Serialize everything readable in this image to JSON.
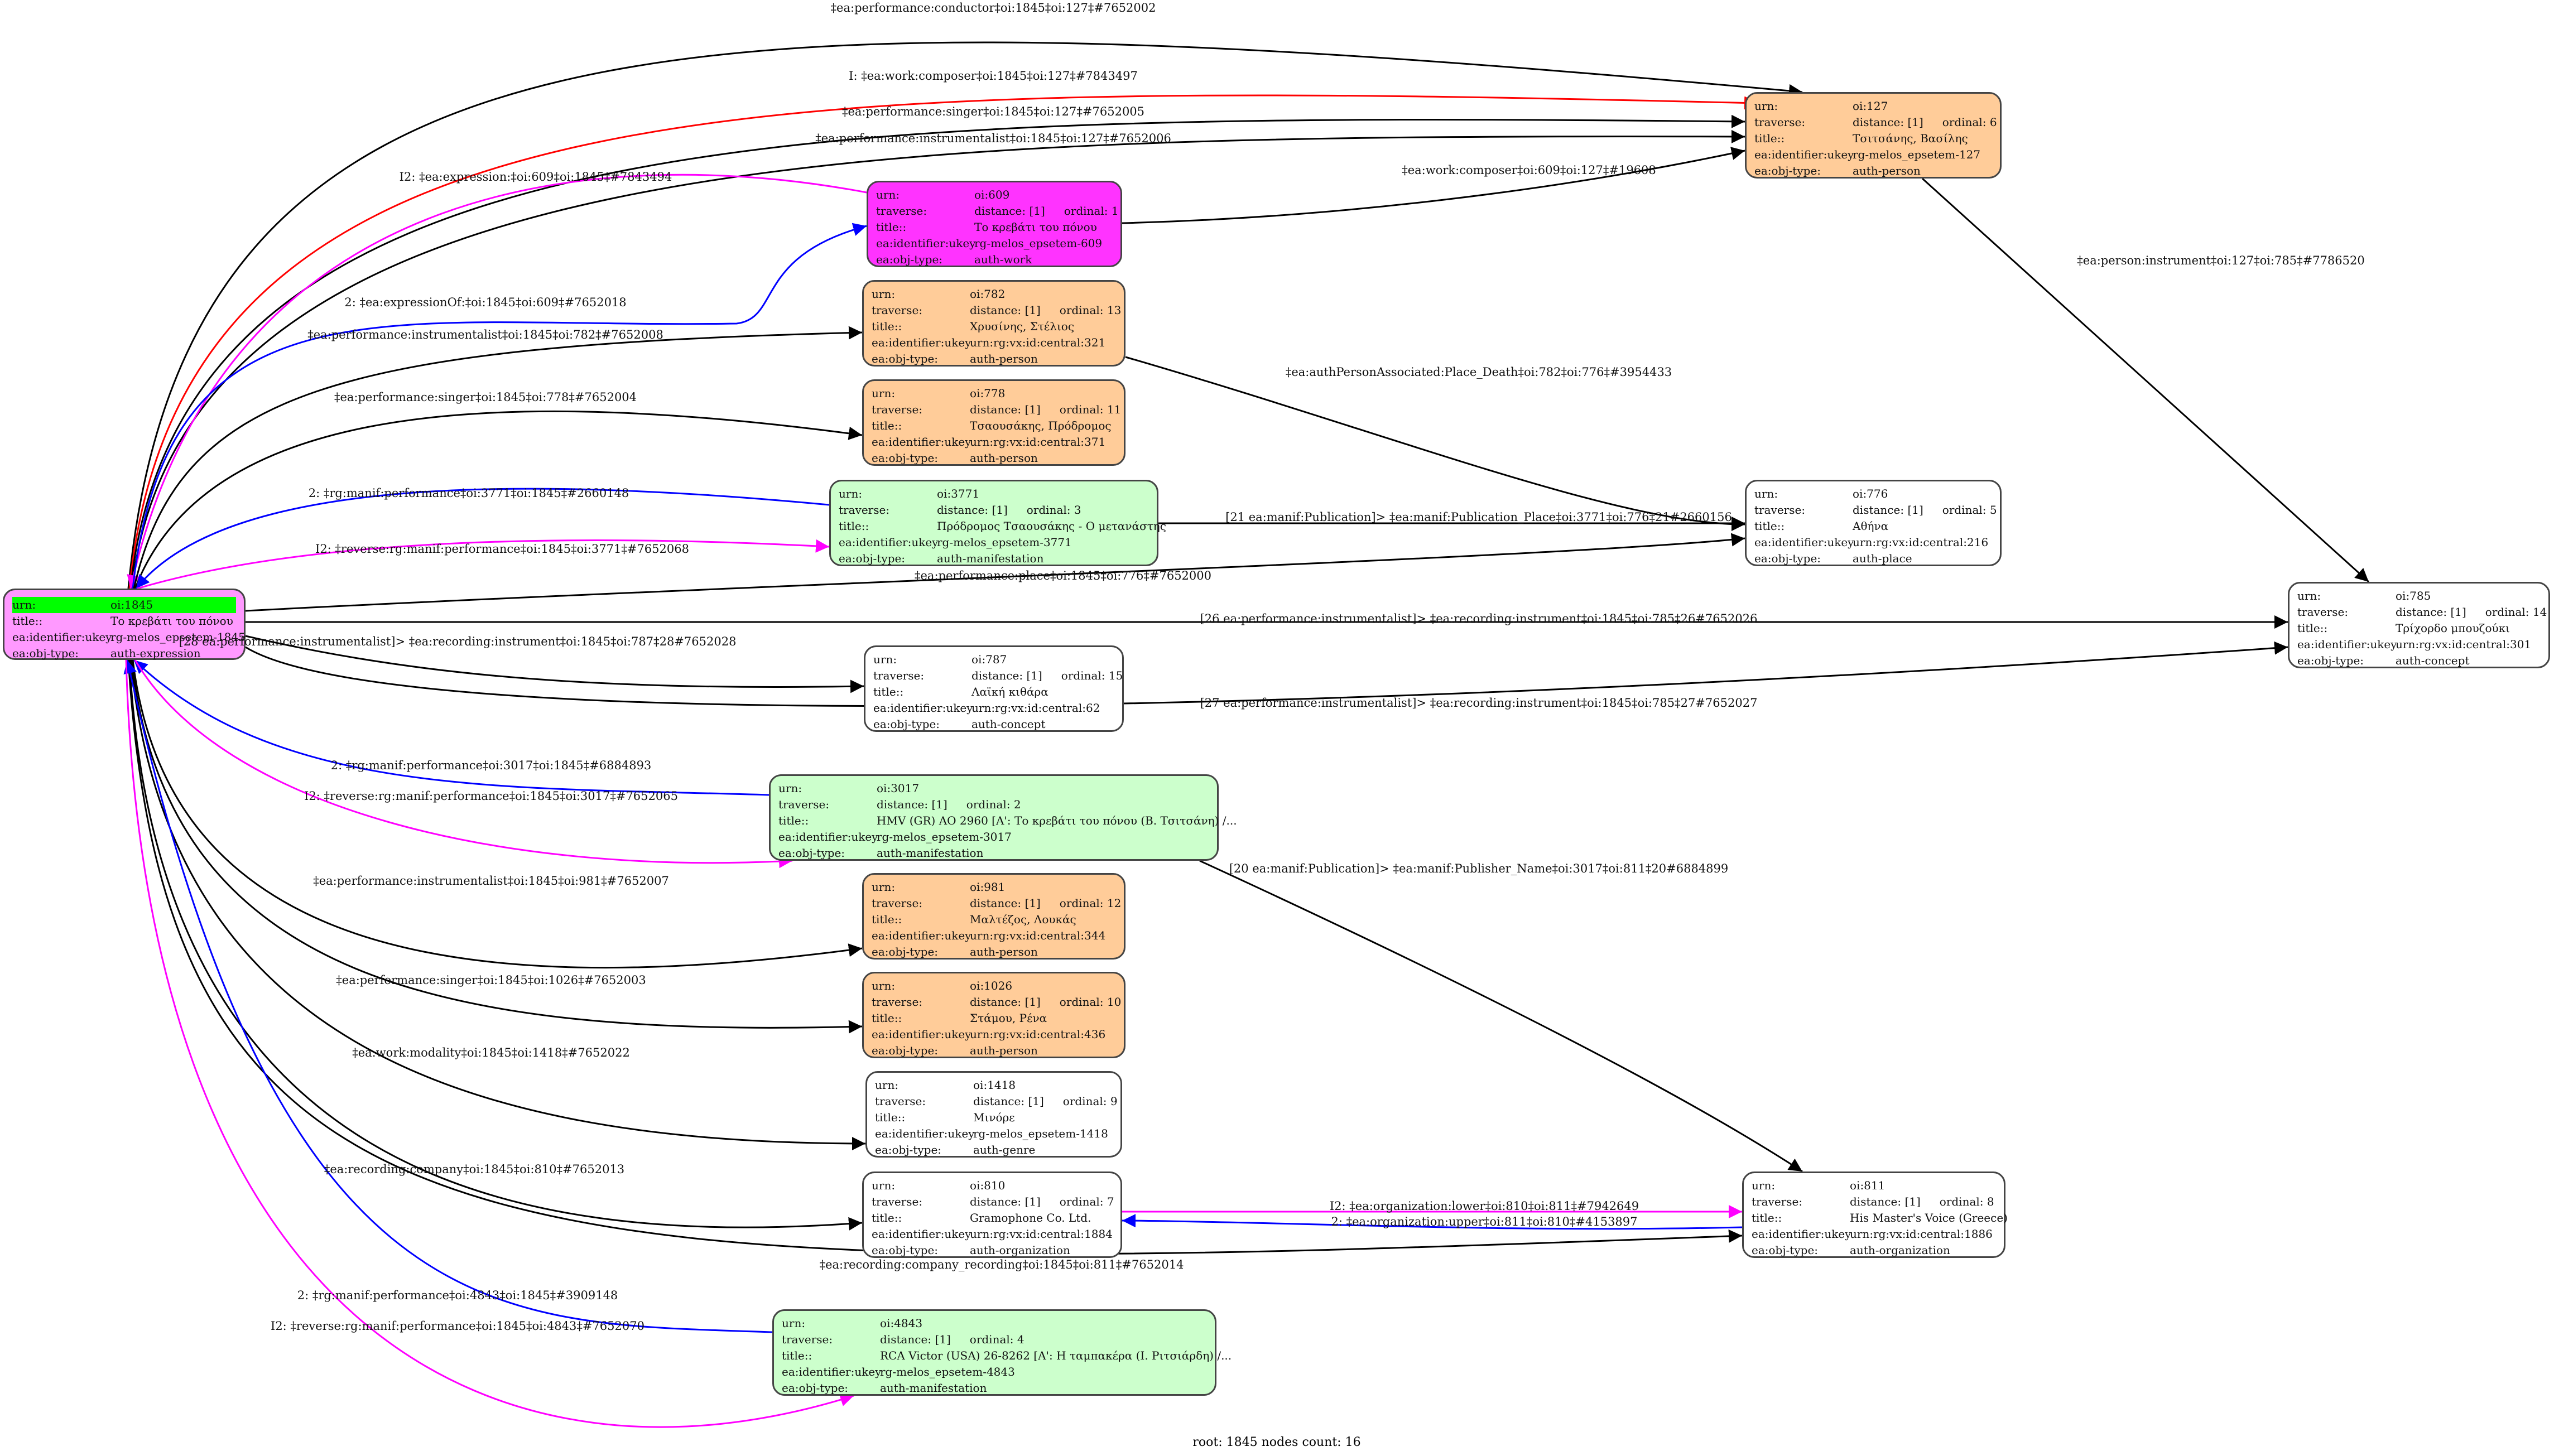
{
  "colors": {
    "expression": "#ff99ff",
    "work": "#ff33ff",
    "person": "#ffcc99",
    "manifestation": "#ccffcc",
    "other": "#ffffff",
    "root_highlight": "#00ff00",
    "edge_default": "#000000",
    "edge_inverse": "#ff00ff",
    "edge_forward2": "#0000ff",
    "edge_composer": "#ff0000"
  },
  "field_labels": {
    "urn": "urn:",
    "traverse": "traverse:",
    "title": "title::",
    "ukey": "ea:identifier:ukey",
    "type": "ea:obj-type:"
  },
  "nodes": [
    {
      "id": "n1845",
      "urn": "oi:1845",
      "title": "Το κρεβάτι του πόνου",
      "ukey": "rg-melos_epsetem-1845",
      "type": "auth-expression",
      "root": true
    },
    {
      "id": "n127",
      "urn": "oi:127",
      "distance": "distance: [1]",
      "ordinal": "ordinal: 6",
      "title": "Τσιτσάνης, Βασίλης",
      "ukey": "rg-melos_epsetem-127",
      "type": "auth-person"
    },
    {
      "id": "n609",
      "urn": "oi:609",
      "distance": "distance: [1]",
      "ordinal": "ordinal: 1",
      "title": "Το κρεβάτι του πόνου",
      "ukey": "rg-melos_epsetem-609",
      "type": "auth-work"
    },
    {
      "id": "n782",
      "urn": "oi:782",
      "distance": "distance: [1]",
      "ordinal": "ordinal: 13",
      "title": "Χρυσίνης, Στέλιος",
      "ukey": "urn:rg:vx:id:central:321",
      "type": "auth-person"
    },
    {
      "id": "n778",
      "urn": "oi:778",
      "distance": "distance: [1]",
      "ordinal": "ordinal: 11",
      "title": "Τσαουσάκης, Πρόδρομος",
      "ukey": "urn:rg:vx:id:central:371",
      "type": "auth-person"
    },
    {
      "id": "n3771",
      "urn": "oi:3771",
      "distance": "distance: [1]",
      "ordinal": "ordinal: 3",
      "title": "Πρόδρομος Τσαουσάκης - Ο μετανάστης",
      "ukey": "rg-melos_epsetem-3771",
      "type": "auth-manifestation"
    },
    {
      "id": "n776",
      "urn": "oi:776",
      "distance": "distance: [1]",
      "ordinal": "ordinal: 5",
      "title": "Αθήνα",
      "ukey": "urn:rg:vx:id:central:216",
      "type": "auth-place"
    },
    {
      "id": "n785",
      "urn": "oi:785",
      "distance": "distance: [1]",
      "ordinal": "ordinal: 14",
      "title": "Τρίχορδο μπουζούκι",
      "ukey": "urn:rg:vx:id:central:301",
      "type": "auth-concept"
    },
    {
      "id": "n787",
      "urn": "oi:787",
      "distance": "distance: [1]",
      "ordinal": "ordinal: 15",
      "title": "Λαϊκή κιθάρα",
      "ukey": "urn:rg:vx:id:central:62",
      "type": "auth-concept"
    },
    {
      "id": "n3017",
      "urn": "oi:3017",
      "distance": "distance: [1]",
      "ordinal": "ordinal: 2",
      "title": "HMV (GR) AO 2960 [A': Το κρεβάτι του πόνου (Β. Τσιτσάνη) /...",
      "ukey": "rg-melos_epsetem-3017",
      "type": "auth-manifestation"
    },
    {
      "id": "n981",
      "urn": "oi:981",
      "distance": "distance: [1]",
      "ordinal": "ordinal: 12",
      "title": "Μαλτέζος, Λουκάς",
      "ukey": "urn:rg:vx:id:central:344",
      "type": "auth-person"
    },
    {
      "id": "n1026",
      "urn": "oi:1026",
      "distance": "distance: [1]",
      "ordinal": "ordinal: 10",
      "title": "Στάμου, Ρένα",
      "ukey": "urn:rg:vx:id:central:436",
      "type": "auth-person"
    },
    {
      "id": "n1418",
      "urn": "oi:1418",
      "distance": "distance: [1]",
      "ordinal": "ordinal: 9",
      "title": "Μινόρε",
      "ukey": "rg-melos_epsetem-1418",
      "type": "auth-genre"
    },
    {
      "id": "n810",
      "urn": "oi:810",
      "distance": "distance: [1]",
      "ordinal": "ordinal: 7",
      "title": "Gramophone Co. Ltd.",
      "ukey": "urn:rg:vx:id:central:1884",
      "type": "auth-organization"
    },
    {
      "id": "n811",
      "urn": "oi:811",
      "distance": "distance: [1]",
      "ordinal": "ordinal: 8",
      "title": "His Master's Voice (Greece)",
      "ukey": "urn:rg:vx:id:central:1886",
      "type": "auth-organization"
    },
    {
      "id": "n4843",
      "urn": "oi:4843",
      "distance": "distance: [1]",
      "ordinal": "ordinal: 4",
      "title": "RCA Victor (USA) 26-8262 [A': Η ταμπακέρα (Ι. Ριτσιάρδη) /...",
      "ukey": "rg-melos_epsetem-4843",
      "type": "auth-manifestation"
    }
  ],
  "edges": [
    {
      "from": "n1845",
      "to": "n127",
      "kind": "default",
      "label": "‡ea:performance:conductor‡oi:1845‡oi:127‡#7652002"
    },
    {
      "from": "n1845",
      "to": "n127",
      "kind": "composer",
      "label": "I: ‡ea:work:composer‡oi:1845‡oi:127‡#7843497"
    },
    {
      "from": "n1845",
      "to": "n127",
      "kind": "default",
      "label": "‡ea:performance:singer‡oi:1845‡oi:127‡#7652005"
    },
    {
      "from": "n1845",
      "to": "n127",
      "kind": "default",
      "label": "‡ea:performance:instrumentalist‡oi:1845‡oi:127‡#7652006"
    },
    {
      "from": "n609",
      "to": "n1845",
      "kind": "inverse",
      "label": "I2: ‡ea:expression:‡oi:609‡oi:1845‡#7843494"
    },
    {
      "from": "n609",
      "to": "n127",
      "kind": "default",
      "label": "‡ea:work:composer‡oi:609‡oi:127‡#19608"
    },
    {
      "from": "n1845",
      "to": "n609",
      "kind": "forward2",
      "label": "2: ‡ea:expressionOf:‡oi:1845‡oi:609‡#7652018"
    },
    {
      "from": "n1845",
      "to": "n782",
      "kind": "default",
      "label": "‡ea:performance:instrumentalist‡oi:1845‡oi:782‡#7652008"
    },
    {
      "from": "n127",
      "to": "n785",
      "kind": "default",
      "label": "‡ea:person:instrument‡oi:127‡oi:785‡#7786520"
    },
    {
      "from": "n782",
      "to": "n776",
      "kind": "default",
      "label": "‡ea:authPersonAssociated:Place_Death‡oi:782‡oi:776‡#3954433"
    },
    {
      "from": "n1845",
      "to": "n778",
      "kind": "default",
      "label": "‡ea:performance:singer‡oi:1845‡oi:778‡#7652004"
    },
    {
      "from": "n3771",
      "to": "n1845",
      "kind": "forward2",
      "label": "2: ‡rg:manif:performance‡oi:3771‡oi:1845‡#2660148"
    },
    {
      "from": "n3771",
      "to": "n776",
      "kind": "default",
      "label": "[21 ea:manif:Publication]> ‡ea:manif:Publication_Place‡oi:3771‡oi:776‡21#2660156"
    },
    {
      "from": "n1845",
      "to": "n3771",
      "kind": "inverse",
      "label": "I2: ‡reverse:rg:manif:performance‡oi:1845‡oi:3771‡#7652068"
    },
    {
      "from": "n1845",
      "to": "n776",
      "kind": "default",
      "label": "‡ea:performance:place‡oi:1845‡oi:776‡#7652000"
    },
    {
      "from": "n1845",
      "to": "n785",
      "kind": "default",
      "label": "[26 ea:performance:instrumentalist]> ‡ea:recording:instrument‡oi:1845‡oi:785‡26#7652026"
    },
    {
      "from": "n1845",
      "to": "n787",
      "kind": "default",
      "label": "[28 ea:performance:instrumentalist]> ‡ea:recording:instrument‡oi:1845‡oi:787‡28#7652028"
    },
    {
      "from": "n1845",
      "to": "n785",
      "kind": "default",
      "label": "[27 ea:performance:instrumentalist]> ‡ea:recording:instrument‡oi:1845‡oi:785‡27#7652027"
    },
    {
      "from": "n3017",
      "to": "n1845",
      "kind": "forward2",
      "label": "2: ‡rg:manif:performance‡oi:3017‡oi:1845‡#6884893"
    },
    {
      "from": "n1845",
      "to": "n3017",
      "kind": "inverse",
      "label": "I2: ‡reverse:rg:manif:performance‡oi:1845‡oi:3017‡#7652065"
    },
    {
      "from": "n3017",
      "to": "n811",
      "kind": "default",
      "label": "[20 ea:manif:Publication]> ‡ea:manif:Publisher_Name‡oi:3017‡oi:811‡20#6884899"
    },
    {
      "from": "n1845",
      "to": "n981",
      "kind": "default",
      "label": "‡ea:performance:instrumentalist‡oi:1845‡oi:981‡#7652007"
    },
    {
      "from": "n1845",
      "to": "n1026",
      "kind": "default",
      "label": "‡ea:performance:singer‡oi:1845‡oi:1026‡#7652003"
    },
    {
      "from": "n1845",
      "to": "n1418",
      "kind": "default",
      "label": "‡ea:work:modality‡oi:1845‡oi:1418‡#7652022"
    },
    {
      "from": "n1845",
      "to": "n810",
      "kind": "default",
      "label": "‡ea:recording:company‡oi:1845‡oi:810‡#7652013"
    },
    {
      "from": "n810",
      "to": "n811",
      "kind": "inverse",
      "label": "I2: ‡ea:organization:lower‡oi:810‡oi:811‡#7942649"
    },
    {
      "from": "n811",
      "to": "n810",
      "kind": "forward2",
      "label": "2: ‡ea:organization:upper‡oi:811‡oi:810‡#4153897"
    },
    {
      "from": "n1845",
      "to": "n811",
      "kind": "default",
      "label": "‡ea:recording:company_recording‡oi:1845‡oi:811‡#7652014"
    },
    {
      "from": "n4843",
      "to": "n1845",
      "kind": "forward2",
      "label": "2: ‡rg:manif:performance‡oi:4843‡oi:1845‡#3909148"
    },
    {
      "from": "n1845",
      "to": "n4843",
      "kind": "inverse",
      "label": "I2: ‡reverse:rg:manif:performance‡oi:1845‡oi:4843‡#7652070"
    }
  ],
  "footer": "root: 1845 nodes count: 16"
}
